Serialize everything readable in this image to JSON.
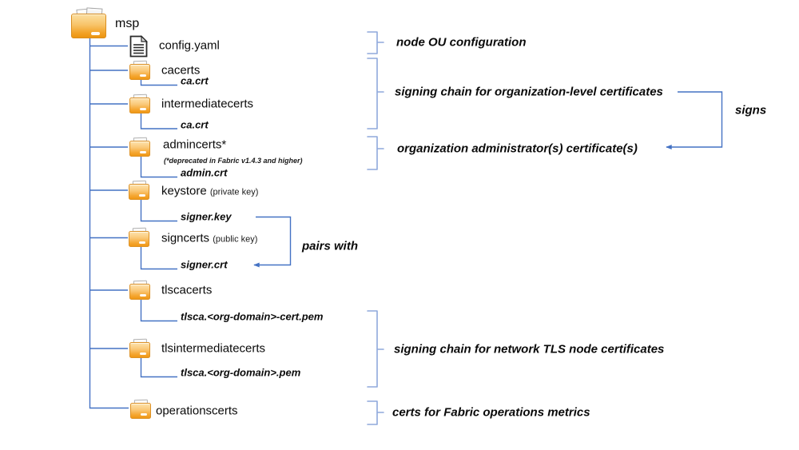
{
  "diagram": {
    "root": {
      "label": "msp"
    },
    "items": [
      {
        "label": "config.yaml",
        "icon": "document"
      },
      {
        "label": "cacerts",
        "file": "ca.crt"
      },
      {
        "label": "intermediatecerts",
        "file": "ca.crt"
      },
      {
        "label": "admincerts*",
        "note": "(*deprecated in Fabric v1.4.3 and higher)",
        "file": "admin.crt"
      },
      {
        "label": "keystore",
        "sublabel": "(private key)",
        "file": "signer.key"
      },
      {
        "label": "signcerts",
        "sublabel": "(public key)",
        "file": "signer.crt"
      },
      {
        "label": "tlscacerts",
        "file": "tlsca.<org-domain>-cert.pem"
      },
      {
        "label": "tlsintermediatecerts",
        "file": "tlsca.<org-domain>.pem"
      },
      {
        "label": "operationscerts"
      }
    ],
    "annotations": {
      "node_ou": "node OU configuration",
      "org_chain": "signing chain for organization-level certificates",
      "admin_cert": "organization administrator(s) certificate(s)",
      "signs": "signs",
      "pairs_with": "pairs with",
      "tls_chain": "signing chain for network TLS node certificates",
      "ops_certs": "certs for Fabric operations metrics"
    },
    "colors": {
      "line_blue": "#4472C4",
      "brace_blue": "#8FA9DC",
      "folder_orange_top": "#FDE3AE",
      "folder_orange_bottom": "#EF9714"
    }
  }
}
